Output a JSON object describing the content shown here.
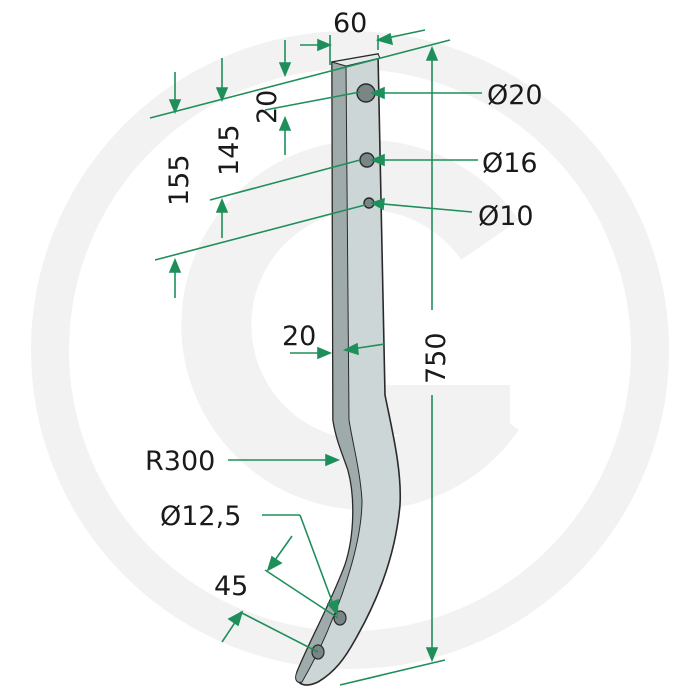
{
  "drawing": {
    "watermark": "logo-watermark",
    "colors": {
      "dimension_line": "#1f8f5a",
      "part_fill": "#cdd6d6",
      "part_shade": "#8e9c9c",
      "outline": "#2a2a2a",
      "watermark": "#f2f2f2"
    },
    "dimensions": {
      "width_top": "60",
      "hole_large": "Ø20",
      "hole_medium": "Ø16",
      "hole_small": "Ø10",
      "offset_top": "20",
      "offset_145": "145",
      "offset_155": "155",
      "thickness": "20",
      "length": "750",
      "radius": "R300",
      "hole_lower": "Ø12,5",
      "hole_spacing": "45"
    }
  }
}
